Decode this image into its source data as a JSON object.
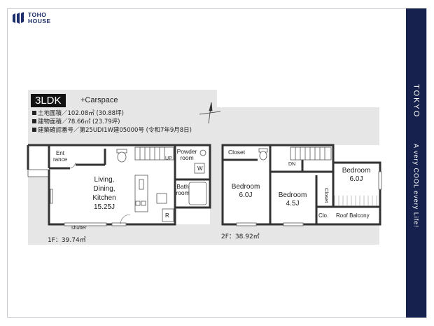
{
  "brand": {
    "line1": "TOHO",
    "line2": "HOUSE"
  },
  "side": {
    "title": "TOKYO",
    "tagline": "A very COOL every Life!"
  },
  "badge": {
    "layout": "3LDK",
    "extra": "+Carspace"
  },
  "specs": [
    "土地面積／102.08㎡ (30.88坪)",
    "建物面積／78.66㎡ (23.79坪)",
    "建築確認番号／第25UDI1W建05000号 (令和7年9月8日)"
  ],
  "compass": {
    "label": "N"
  },
  "floor1": {
    "label": "1F：39.74㎡",
    "rooms": {
      "entrance": [
        "Ent",
        "rance"
      ],
      "ldk": [
        "Living,",
        "Dining,",
        "Kitchen",
        "15.25J"
      ],
      "powder": [
        "Powder",
        "room"
      ],
      "bath": [
        "Bath",
        "room"
      ],
      "shutter": "shutter",
      "up": "UP",
      "w": "W",
      "r": "R"
    }
  },
  "floor2": {
    "label": "2F：38.92㎡",
    "rooms": {
      "closet": "Closet",
      "dn": "DN",
      "bedroom1": [
        "Bedroom",
        "6.0J"
      ],
      "bedroom2": [
        "Bedroom",
        "4.5J"
      ],
      "bedroom3": [
        "Bedroom",
        "6.0J"
      ],
      "closet_small": "Closet",
      "clo": "Clo.",
      "balcony": "Roof Balcony"
    }
  }
}
